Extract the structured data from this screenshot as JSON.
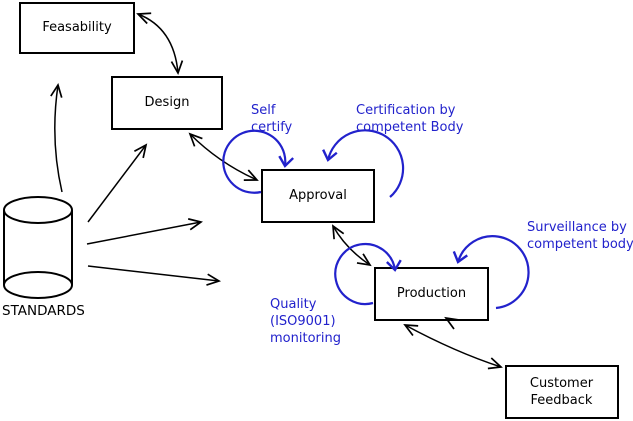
{
  "colors": {
    "stroke": "#000000",
    "annotation": "#2222cc",
    "background": "#ffffff",
    "box_fill": "#ffffff"
  },
  "boxes": {
    "feasability": {
      "label": "Feasability"
    },
    "design": {
      "label": "Design"
    },
    "approval": {
      "label": "Approval"
    },
    "production": {
      "label": "Production"
    },
    "customer_feedback": {
      "lines": [
        "Customer",
        "Feedback"
      ]
    }
  },
  "datastore": {
    "label": "STANDARDS",
    "shape": "cylinder"
  },
  "annotations": {
    "self_certify": {
      "lines": [
        "Self",
        "certify"
      ]
    },
    "certification": {
      "lines": [
        "Certification by",
        "competent Body"
      ]
    },
    "surveillance": {
      "lines": [
        "Surveillance by",
        "competent body"
      ]
    },
    "quality": {
      "lines": [
        "Quality",
        "(ISO9001)",
        "monitoring"
      ]
    }
  },
  "connections": [
    {
      "from": "standards",
      "to": "feasability",
      "type": "arrow",
      "color": "black"
    },
    {
      "from": "standards",
      "to": "design",
      "type": "arrow",
      "color": "black"
    },
    {
      "from": "standards",
      "to": "approval",
      "type": "arrow",
      "color": "black"
    },
    {
      "from": "standards",
      "to": "production",
      "type": "arrow",
      "color": "black"
    },
    {
      "from": "feasability",
      "to": "design",
      "type": "double-arrow",
      "color": "black"
    },
    {
      "from": "design",
      "to": "approval",
      "type": "double-arrow",
      "color": "black"
    },
    {
      "from": "approval",
      "to": "production",
      "type": "double-arrow",
      "color": "black"
    },
    {
      "from": "production",
      "to": "customer_feedback",
      "type": "double-arrow",
      "color": "black"
    },
    {
      "on": "approval",
      "side": "left",
      "type": "self-loop",
      "label": "Self certify",
      "color": "blue"
    },
    {
      "on": "approval",
      "side": "right",
      "type": "self-loop",
      "label": "Certification by competent Body",
      "color": "blue"
    },
    {
      "on": "production",
      "side": "left",
      "type": "self-loop",
      "label": "Quality (ISO9001) monitoring",
      "color": "blue"
    },
    {
      "on": "production",
      "side": "right",
      "type": "self-loop",
      "label": "Surveillance by competent body",
      "color": "blue"
    }
  ]
}
